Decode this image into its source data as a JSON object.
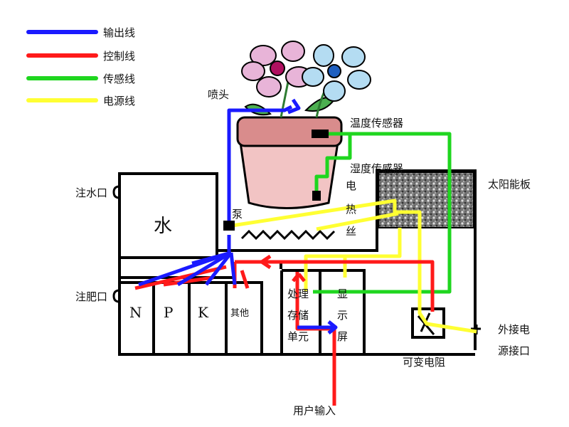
{
  "legend": [
    {
      "label": "输出线",
      "color": "#1a1aff"
    },
    {
      "label": "控制线",
      "color": "#ff1a1a"
    },
    {
      "label": "传感线",
      "color": "#1fd61f"
    },
    {
      "label": "电源线",
      "color": "#ffff33"
    }
  ],
  "labels": {
    "nozzle": "喷头",
    "temp_sensor": "温度传感器",
    "humidity_sensor": "湿度传感器",
    "heater_1": "电",
    "heater_2": "热",
    "heater_3": "丝",
    "solar_panel": "太阳能板",
    "water_inlet": "注水口",
    "water": "水",
    "pump": "泵",
    "fertilizer_inlet": "注肥口",
    "n": "N",
    "p": "P",
    "k": "K",
    "other": "其他",
    "processor_1": "处理",
    "processor_2": "存储",
    "processor_3": "单元",
    "display_1": "显",
    "display_2": "示",
    "display_3": "屏",
    "variable_resistor": "可变电阻",
    "external_power_1": "外接电",
    "external_power_2": "源接口",
    "user_input": "用户输入"
  },
  "colors": {
    "output": "#1a1aff",
    "control": "#ff1a1a",
    "sensor": "#1fd61f",
    "power": "#ffff33",
    "pot": "#d98c8c",
    "pot_light": "#f2c4c4",
    "petal_pink": "#e8b4d8",
    "petal_blue": "#b4dcf2",
    "leaf": "#4caf50"
  }
}
